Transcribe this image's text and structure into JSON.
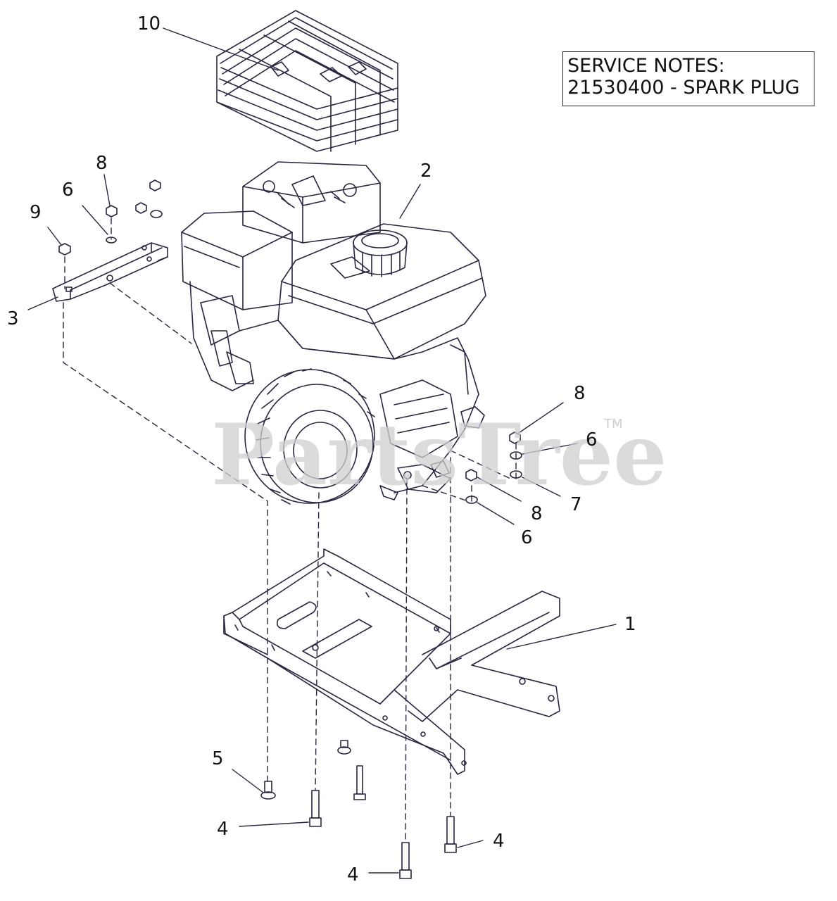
{
  "service_notes": {
    "heading": "SERVICE NOTES:",
    "line1": "21530400 - SPARK PLUG"
  },
  "watermark": {
    "text": "PartsTree",
    "trademark": "TM"
  },
  "callouts": [
    "10",
    "2",
    "8",
    "6",
    "9",
    "3",
    "8",
    "6",
    "7",
    "8",
    "6",
    "1",
    "5",
    "4",
    "4",
    "4"
  ],
  "colors": {
    "line": "#2a2540",
    "watermark": "#cfcfcf"
  }
}
